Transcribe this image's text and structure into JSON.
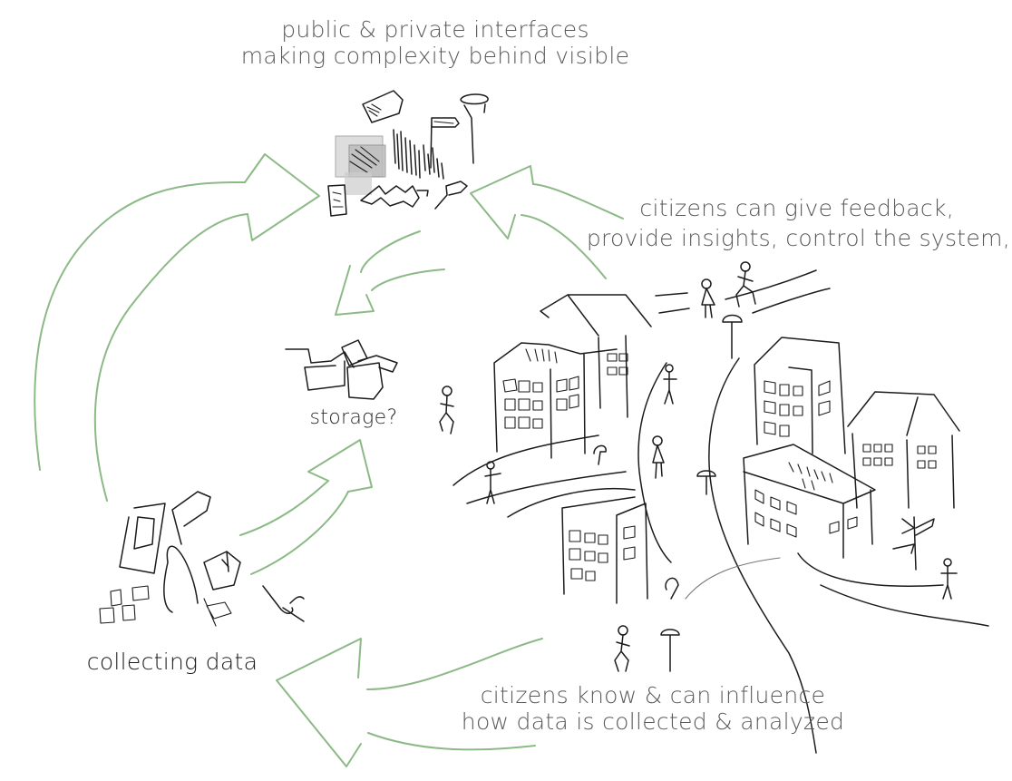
{
  "diagram": {
    "title": "Citizen data cycle sketch",
    "labels": {
      "interfaces": [
        "public & private interfaces",
        "making complexity behind visible"
      ],
      "feedback": [
        "citizens can give feedback,",
        "provide insights, control the system,"
      ],
      "influence": [
        "citizens know & can influence",
        "how data is collected & analyzed"
      ],
      "storage": "storage?",
      "collecting": "collecting data"
    },
    "nodes": [
      {
        "id": "interfaces",
        "icon": "interfaces-sketch-icon"
      },
      {
        "id": "storage",
        "icon": "boxes-icon"
      },
      {
        "id": "collecting",
        "icon": "sensors-sketch-icon"
      },
      {
        "id": "city",
        "icon": "city-sketch-icon"
      }
    ],
    "arrows": [
      {
        "from": "collecting",
        "to": "interfaces"
      },
      {
        "from": "interfaces",
        "to": "storage"
      },
      {
        "from": "collecting",
        "to": "storage"
      },
      {
        "from": "city",
        "to": "interfaces"
      },
      {
        "from": "city",
        "to": "collecting"
      }
    ],
    "colors": {
      "arrow": "#8cba86",
      "ink": "#1c1c1c",
      "text": "#5a5a5a"
    }
  }
}
